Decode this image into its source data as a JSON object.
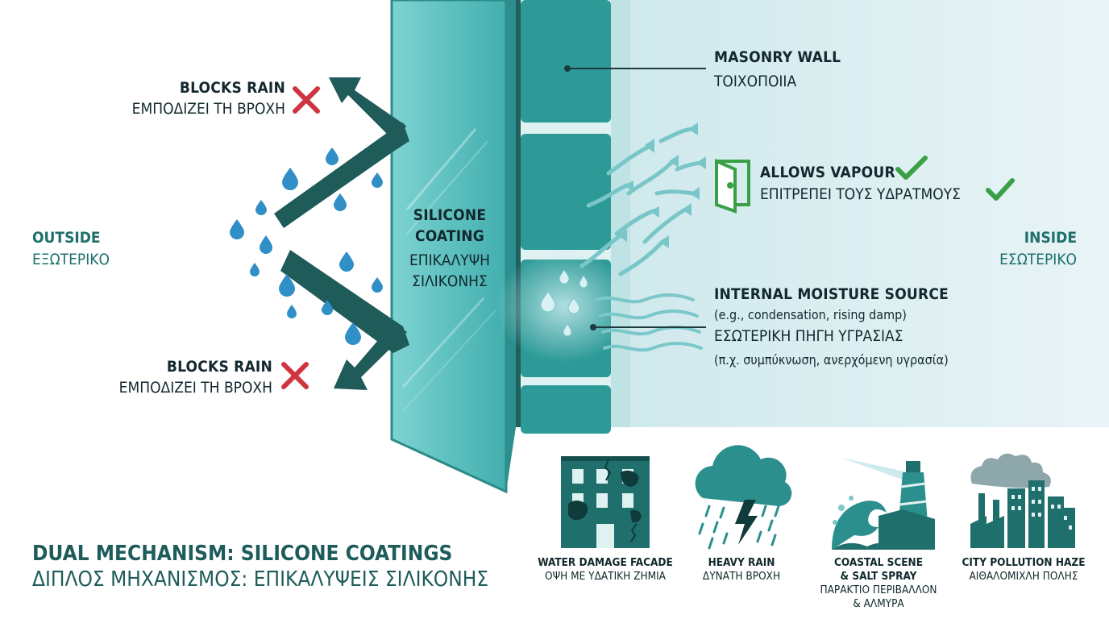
{
  "outside": {
    "label": "OUTSIDE",
    "label_gr": "ΕΞΩΤΕΡΙΚΟ"
  },
  "inside": {
    "label": "INSIDE",
    "label_gr": "ΕΣΩΤΕΡΙΚΟ"
  },
  "rain_top": {
    "label": "BLOCKS RAIN",
    "label_gr": "ΕΜΠΟΔΙΖΕΙ ΤΗ ΒΡΟΧΗ"
  },
  "rain_bottom": {
    "label": "BLOCKS RAIN",
    "label_gr": "ΕΜΠΟΔΙΖΕΙ ΤΗ ΒΡΟΧΗ"
  },
  "coating": {
    "label_line1": "SILICONE",
    "label_line2": "COATING",
    "label_gr_line1": "ΕΠΙΚΑΛΥΨΗ",
    "label_gr_line2": "ΣΙΛΙΚΟΝΗΣ"
  },
  "masonry": {
    "label": "MASONRY WALL",
    "label_gr": "ΤΟΙΧΟΠΟΙΙΑ"
  },
  "vapour": {
    "label": "ALLOWS VAPOUR",
    "label_gr": "ΕΠΙΤΡΕΠΕΙ ΤΟΥΣ ΥΔΡΑΤΜΟΥΣ"
  },
  "moisture": {
    "label": "INTERNAL MOISTURE SOURCE",
    "detail": "(e.g., condensation, rising damp)",
    "label_gr": "ΕΣΩΤΕΡΙΚΗ ΠΗΓΗ ΥΓΡΑΣΙΑΣ",
    "detail_gr": "(π.χ. συμπύκνωση, ανερχόμενη υγρασία)"
  },
  "title": {
    "en": "DUAL MECHANISM: SILICONE COATINGS",
    "gr": "ΔΙΠΛΟΣ ΜΗΧΑΝΙΣΜΟΣ: ΕΠΙΚΑΛΥΨΕΙΣ ΣΙΛΙΚΟΝΗΣ"
  },
  "scenarios": [
    {
      "icon": "damaged-building-icon",
      "label": "WATER DAMAGE FACADE",
      "label_gr": "ΟΨΗ ΜΕ ΥΔΑΤΙΚΗ ΖΗΜΙΑ"
    },
    {
      "icon": "heavy-rain-icon",
      "label": "HEAVY RAIN",
      "label_gr": "ΔΥΝΑΤΗ ΒΡΟΧΗ"
    },
    {
      "icon": "lighthouse-wave-icon",
      "label_line1": "COASTAL SCENE",
      "label_line2": "& SALT SPRAY",
      "label_gr_line1": "ΠΑΡΑΚΤΙΟ ΠΕΡΙΒΑΛΛΟΝ",
      "label_gr_line2": "& ΑΛΜΥΡΑ"
    },
    {
      "icon": "city-pollution-icon",
      "label": "CITY POLLUTION HAZE",
      "label_gr": "ΑΙΘΑΛΟΜΙΧΛΗ ΠΟΛΗΣ"
    }
  ],
  "colors": {
    "dark_teal": "#1d5c5a",
    "teal": "#2e9a98",
    "coating": "#5cc0c0",
    "inside_bg": "#e6f3f5",
    "rain_drop": "#2f8fc6",
    "cross_red": "#d0353f",
    "check_green": "#3aa046"
  }
}
